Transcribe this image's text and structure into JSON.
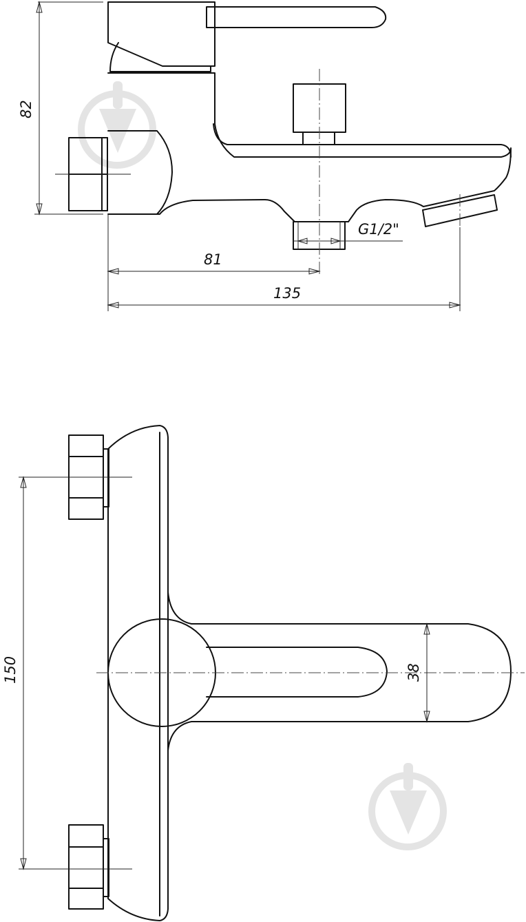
{
  "drawing": {
    "top_view": {
      "height_dim": "82",
      "inlet_to_outlet_dim": "81",
      "overall_length_dim": "135",
      "thread_label": "G1/2\""
    },
    "front_view": {
      "centers_dim": "150",
      "lever_width_dim": "38"
    }
  },
  "watermark_icon": "shovel-logo-icon"
}
